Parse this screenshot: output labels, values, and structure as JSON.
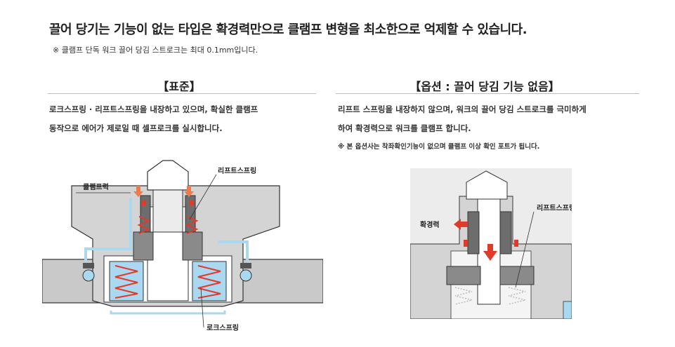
{
  "heading": "끌어 당기는 기능이 없는 타입은 확경력만으로 클램프 변형을 최소한으로 억제할 수 있습니다.",
  "note": "※ 클램프 단독 워크 끌어 당김 스트로크는 최대 0.1mm입니다.",
  "left": {
    "title": "【표준】",
    "desc_line1": "로크스프링 · 리프트스프링을 내장하고 있으며, 확실한 클램프",
    "desc_line2": "동작으로 에어가 제로일 때 셀프로크를 실시합니다.",
    "labels": {
      "clamp_force": "클램프력",
      "lift_spring": "리프트스프링",
      "lock_spring": "로크스프링"
    }
  },
  "right": {
    "title": "【옵션 : 끌어 당김 기능 없음】",
    "desc_line1": "리프트 스프링을 내장하지 않으며, 워크의 끌어 당김 스트로크를 극미하게",
    "desc_line2": "하여 확경력으로 워크를 클램프 합니다.",
    "note": "※ 본 옵션사는 착좌확인기능이 없으며 클램프 이상 확인 포트가 됩니다.",
    "labels": {
      "expansion_force": "확경력",
      "no_lift_spring": "리프트스프링 없음"
    }
  },
  "colors": {
    "body_gray": "#c9c9c9",
    "line_dark": "#333333",
    "port_blue": "#a9d8f0",
    "spring_red": "#e03a2a",
    "arrow_orange": "#f07a4a",
    "frame_gray": "#ececec"
  }
}
